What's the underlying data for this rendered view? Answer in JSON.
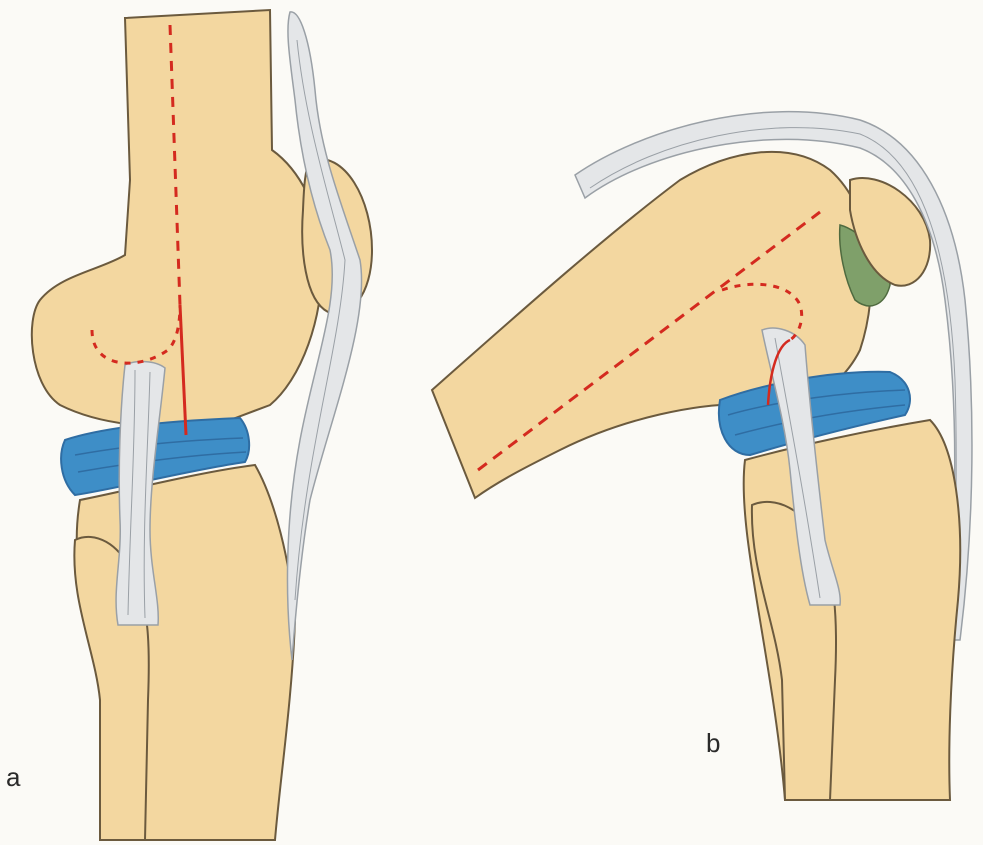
{
  "figure": {
    "panels": [
      {
        "id": "a",
        "label": "a"
      },
      {
        "id": "b",
        "label": "b"
      }
    ],
    "colors": {
      "bone": "#f3d7a0",
      "bone_outline": "#6b5a3e",
      "meniscus": "#3e8ec7",
      "meniscus_dark": "#2f6da3",
      "ligament": "#e4e6e8",
      "ligament_line": "#9aa0a6",
      "cut_line": "#d42a1f",
      "fat_pad": "#7fa06a",
      "background": "#fbfaf6"
    }
  }
}
